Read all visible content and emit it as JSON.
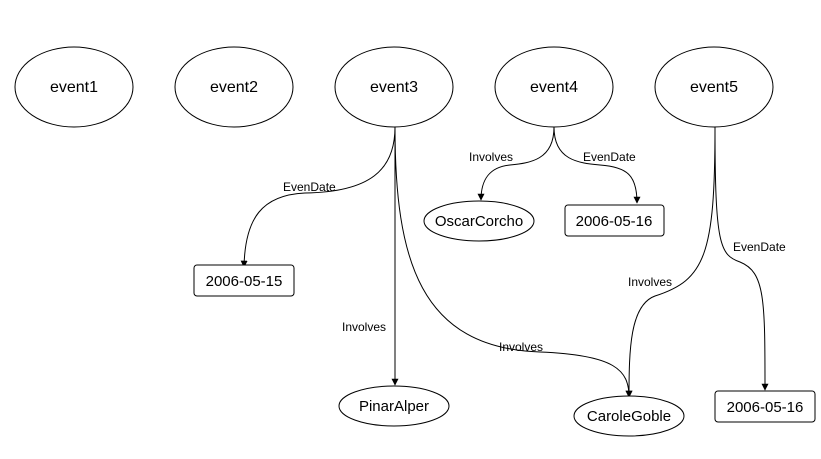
{
  "nodes": {
    "event1": {
      "label": "event1"
    },
    "event2": {
      "label": "event2"
    },
    "event3": {
      "label": "event3"
    },
    "event4": {
      "label": "event4"
    },
    "event5": {
      "label": "event5"
    },
    "oscar": {
      "label": "OscarCorcho"
    },
    "date_e4": {
      "label": "2006-05-16"
    },
    "date_e3": {
      "label": "2006-05-15"
    },
    "pinar": {
      "label": "PinarAlper"
    },
    "carole": {
      "label": "CaroleGoble"
    },
    "date_e5": {
      "label": "2006-05-16"
    }
  },
  "edges": {
    "e3_date": {
      "label": "EvenDate"
    },
    "e3_pinar": {
      "label": "Involves"
    },
    "e3_carole": {
      "label": "Involves"
    },
    "e4_oscar": {
      "label": "Involves"
    },
    "e4_date": {
      "label": "EvenDate"
    },
    "e5_carole": {
      "label": "Involves"
    },
    "e5_date": {
      "label": "EvenDate"
    }
  }
}
